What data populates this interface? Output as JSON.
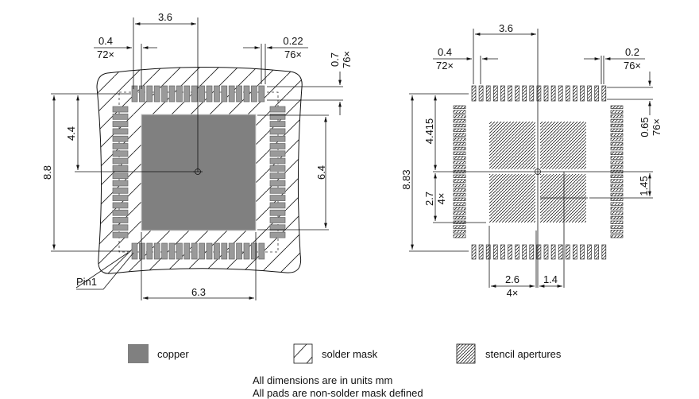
{
  "colors": {
    "copper": "#808080",
    "mask_hatch": "#222222",
    "line": "#111111"
  },
  "left_view": {
    "dims": {
      "pad_offset_x": "3.6",
      "pad_width": "0.4",
      "pad_width_count": "72×",
      "pad_pitch": "0.22",
      "pad_pitch_count": "76×",
      "pad_len": "0.7",
      "pad_len_count": "76×",
      "half_height": "4.4",
      "total_height": "8.8",
      "copper_height": "6.4",
      "copper_width": "6.3"
    },
    "pin1_label": "Pin1"
  },
  "right_view": {
    "dims": {
      "pad_offset_x": "3.6",
      "pad_width": "0.4",
      "pad_width_count": "72×",
      "pad_pitch": "0.2",
      "pad_pitch_count": "76×",
      "pad_len": "0.65",
      "pad_len_count": "76×",
      "half_height": "4.415",
      "total_height": "8.83",
      "aperture_height": "2.7",
      "aperture_height_count": "4×",
      "aperture_offset_y": "1.45",
      "aperture_width": "2.6",
      "aperture_width_count": "4×",
      "aperture_offset_x": "1.4"
    }
  },
  "legend": [
    {
      "label": "copper",
      "icon": "copper-swatch"
    },
    {
      "label": "solder mask",
      "icon": "solder-mask-swatch"
    },
    {
      "label": "stencil apertures",
      "icon": "stencil-swatch"
    }
  ],
  "notes": [
    "All dimensions are in units mm",
    "All pads are non-solder mask defined"
  ]
}
